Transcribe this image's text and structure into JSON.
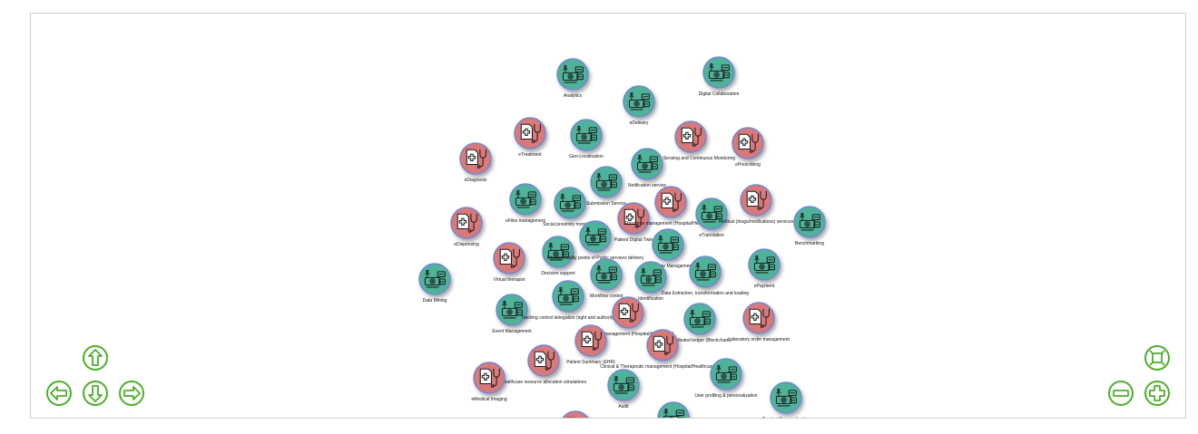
{
  "colors": {
    "service_fill": "#4fb39a",
    "clinical_fill": "#d9797a",
    "node_border": "#6f86d6",
    "icon_stroke": "#1d1d1d",
    "nav_green": "#4caf2a",
    "frame_border": "#cfcfcf"
  },
  "node_icons": {
    "service": "router-devices-icon",
    "clinical": "medical-record-stethoscope-icon"
  },
  "nodes": [
    {
      "label": "Analytics",
      "kind": "service"
    },
    {
      "label": "Digital Collaboration",
      "kind": "service"
    },
    {
      "label": "eDelivery",
      "kind": "service"
    },
    {
      "label": "eTreatment",
      "kind": "clinical"
    },
    {
      "label": "Geo-Localisation",
      "kind": "service"
    },
    {
      "label": "Remote Sensing and Continuous Monitoring",
      "kind": "clinical"
    },
    {
      "label": "ePrescribing",
      "kind": "clinical"
    },
    {
      "label": "eDiagnosis",
      "kind": "clinical"
    },
    {
      "label": "Notification service",
      "kind": "service"
    },
    {
      "label": "Submission Service",
      "kind": "service"
    },
    {
      "label": "eFiles management",
      "kind": "service"
    },
    {
      "label": "Social proximity monitoring",
      "kind": "service"
    },
    {
      "label": "Patient Digital Twin",
      "kind": "clinical"
    },
    {
      "label": "Resource management (Hospital/Healthcare)",
      "kind": "clinical"
    },
    {
      "label": "eTranslation",
      "kind": "service"
    },
    {
      "label": "Medical (drugs/medications) services",
      "kind": "clinical"
    },
    {
      "label": "Benchmarking",
      "kind": "service"
    },
    {
      "label": "eDispensing",
      "kind": "clinical"
    },
    {
      "label": "Virtual therapist",
      "kind": "clinical"
    },
    {
      "label": "Decision support",
      "kind": "service"
    },
    {
      "label": "Interoperability points of Public services delivery",
      "kind": "service"
    },
    {
      "label": "Knowledge Management",
      "kind": "service"
    },
    {
      "label": "ePayment",
      "kind": "service"
    },
    {
      "label": "Data Mining",
      "kind": "service"
    },
    {
      "label": "Workflow control",
      "kind": "service"
    },
    {
      "label": "Identification",
      "kind": "service"
    },
    {
      "label": "Data Extraction, transformation and loading",
      "kind": "service"
    },
    {
      "label": "Event Management",
      "kind": "service"
    },
    {
      "label": "Tracking control delegation (right and authority)",
      "kind": "service"
    },
    {
      "label": "Operation management (Hospital/Healthcare)",
      "kind": "clinical"
    },
    {
      "label": "Distributed ledger (Blockchain)",
      "kind": "service"
    },
    {
      "label": "Laboratory order management",
      "kind": "clinical"
    },
    {
      "label": "Patient Summary (EHR)",
      "kind": "clinical"
    },
    {
      "label": "Clinical & Therapeutic management (Hospital/Healthcare/Site)",
      "kind": "clinical"
    },
    {
      "label": "Healthcare resource allocation simulations",
      "kind": "clinical"
    },
    {
      "label": "eMedical Imaging",
      "kind": "clinical"
    },
    {
      "label": "Audit",
      "kind": "service"
    },
    {
      "label": "User profiling & personalization",
      "kind": "service"
    },
    {
      "label": "Content Personalisation",
      "kind": "service"
    },
    {
      "label": "",
      "kind": "clinical"
    },
    {
      "label": "",
      "kind": "service"
    }
  ],
  "controls": {
    "pan_up": "arrow-up-icon",
    "pan_left": "arrow-left-icon",
    "pan_down": "arrow-down-icon",
    "pan_right": "arrow-right-icon",
    "fit": "zoom-extends-icon",
    "zoom_out": "zoom-out-icon",
    "zoom_in": "zoom-in-icon"
  }
}
